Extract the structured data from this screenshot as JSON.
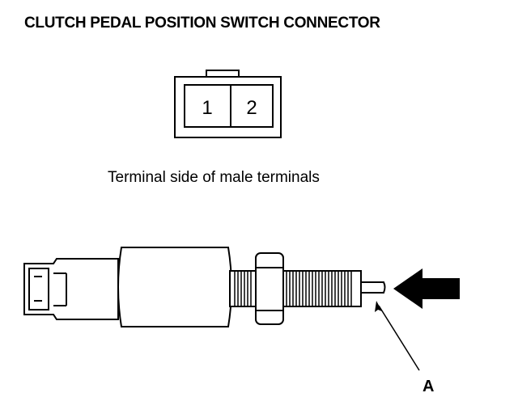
{
  "diagram": {
    "title": "CLUTCH PEDAL POSITION SWITCH CONNECTOR",
    "connector": {
      "terminals": [
        "1",
        "2"
      ],
      "caption": "Terminal side of male terminals"
    },
    "callout_label": "A"
  }
}
